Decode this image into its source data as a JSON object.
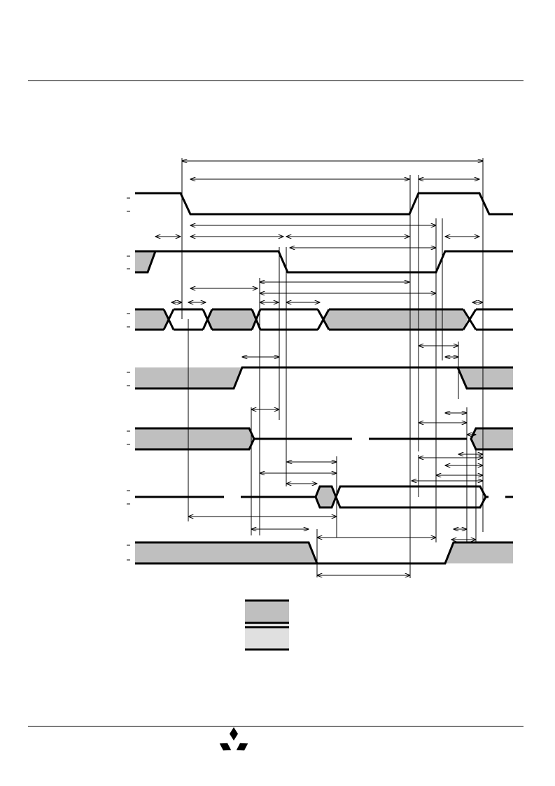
{
  "colors": {
    "line": "#000000",
    "data_fill": "#bfbfbf",
    "legend_fill_dark": "#bfbfbf",
    "legend_fill_light": "#e0e0e0",
    "background": "#ffffff"
  },
  "header": {
    "title": ""
  },
  "diagram": {
    "type": "timing-diagram",
    "signal_rows": 7,
    "level_ticks_per_row": 2,
    "signals": [
      {
        "row": 1,
        "label": ""
      },
      {
        "row": 2,
        "label": ""
      },
      {
        "row": 3,
        "label": ""
      },
      {
        "row": 4,
        "label": ""
      },
      {
        "row": 5,
        "label": ""
      },
      {
        "row": 6,
        "label": ""
      },
      {
        "row": 7,
        "label": ""
      }
    ],
    "timing_parameters": [],
    "legend": [
      {
        "swatch": "dark",
        "label": ""
      },
      {
        "swatch": "light",
        "label": ""
      }
    ]
  },
  "footer": {
    "logo_icon": "mitsubishi-three-diamonds-logo",
    "text": ""
  }
}
